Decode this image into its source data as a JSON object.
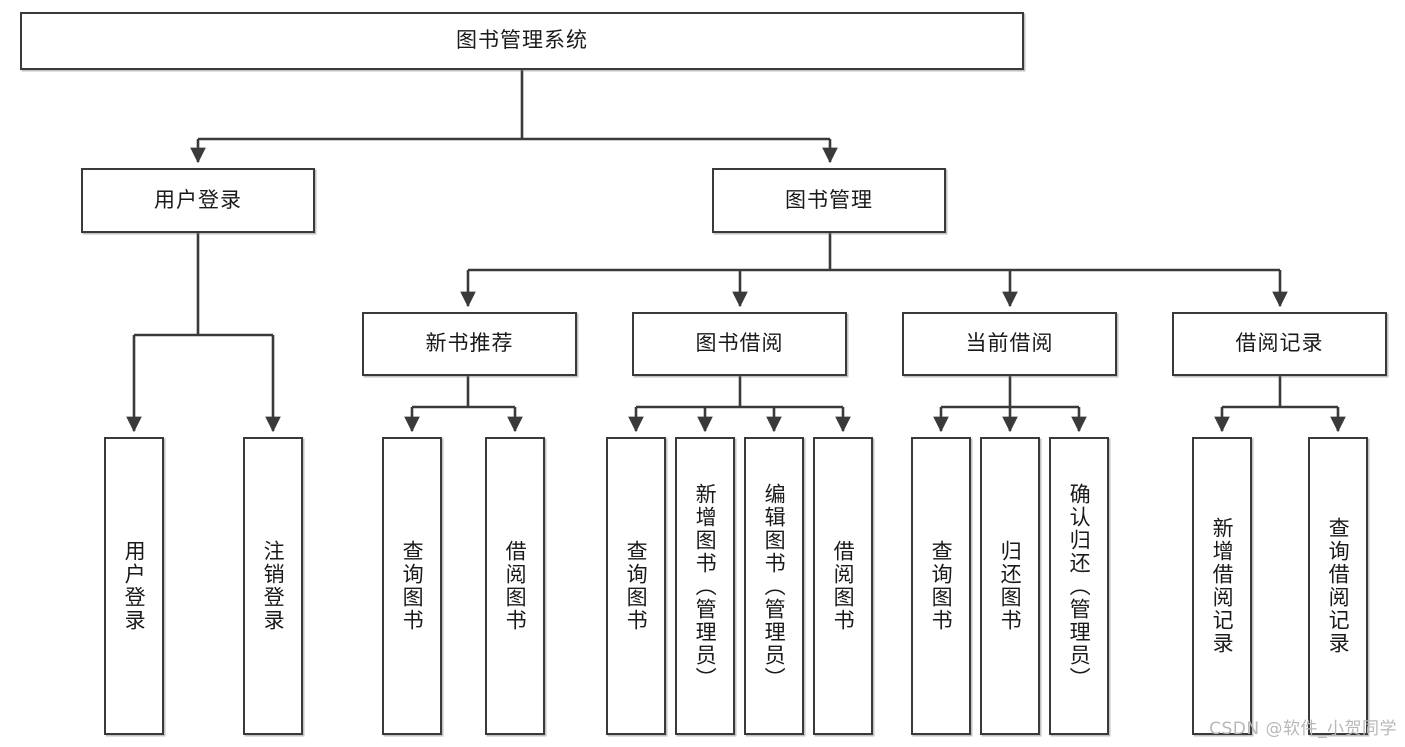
{
  "diagram": {
    "type": "tree-hierarchy",
    "title": "图书管理系统",
    "watermark": "CSDN @软件_小贺同学",
    "colors": {
      "stroke": "#3a3a3a",
      "fill": "#ffffff",
      "text": "#1a1a1a",
      "watermark": "#b8b8b8"
    },
    "levels": [
      {
        "level": 1,
        "nodes": [
          {
            "id": "root",
            "label": "图书管理系统",
            "orientation": "horizontal"
          }
        ]
      },
      {
        "level": 2,
        "nodes": [
          {
            "id": "login",
            "label": "用户登录",
            "orientation": "horizontal",
            "parent": "root"
          },
          {
            "id": "bookmgmt",
            "label": "图书管理",
            "orientation": "horizontal",
            "parent": "root"
          }
        ]
      },
      {
        "level": 3,
        "nodes": [
          {
            "id": "recommend",
            "label": "新书推荐",
            "orientation": "horizontal",
            "parent": "bookmgmt"
          },
          {
            "id": "borrow",
            "label": "图书借阅",
            "orientation": "horizontal",
            "parent": "bookmgmt"
          },
          {
            "id": "current",
            "label": "当前借阅",
            "orientation": "horizontal",
            "parent": "bookmgmt"
          },
          {
            "id": "records",
            "label": "借阅记录",
            "orientation": "horizontal",
            "parent": "bookmgmt"
          }
        ]
      },
      {
        "level": 4,
        "nodes": [
          {
            "id": "leaf1",
            "label": "用户登录",
            "orientation": "vertical",
            "parent": "login"
          },
          {
            "id": "leaf2",
            "label": "注销登录",
            "orientation": "vertical",
            "parent": "login"
          },
          {
            "id": "leaf3",
            "label": "查询图书",
            "orientation": "vertical",
            "parent": "recommend"
          },
          {
            "id": "leaf4",
            "label": "借阅图书",
            "orientation": "vertical",
            "parent": "recommend"
          },
          {
            "id": "leaf5",
            "label": "查询图书",
            "orientation": "vertical",
            "parent": "borrow"
          },
          {
            "id": "leaf6",
            "label": "新增图书（管理员）",
            "orientation": "vertical",
            "parent": "borrow"
          },
          {
            "id": "leaf7",
            "label": "编辑图书（管理员）",
            "orientation": "vertical",
            "parent": "borrow"
          },
          {
            "id": "leaf8",
            "label": "借阅图书",
            "orientation": "vertical",
            "parent": "borrow"
          },
          {
            "id": "leaf9",
            "label": "查询图书",
            "orientation": "vertical",
            "parent": "current"
          },
          {
            "id": "leaf10",
            "label": "归还图书",
            "orientation": "vertical",
            "parent": "current"
          },
          {
            "id": "leaf11",
            "label": "确认归还（管理员）",
            "orientation": "vertical",
            "parent": "current"
          },
          {
            "id": "leaf12",
            "label": "新增借阅记录",
            "orientation": "vertical",
            "parent": "records"
          },
          {
            "id": "leaf13",
            "label": "查询借阅记录",
            "orientation": "vertical",
            "parent": "records"
          }
        ]
      }
    ]
  }
}
